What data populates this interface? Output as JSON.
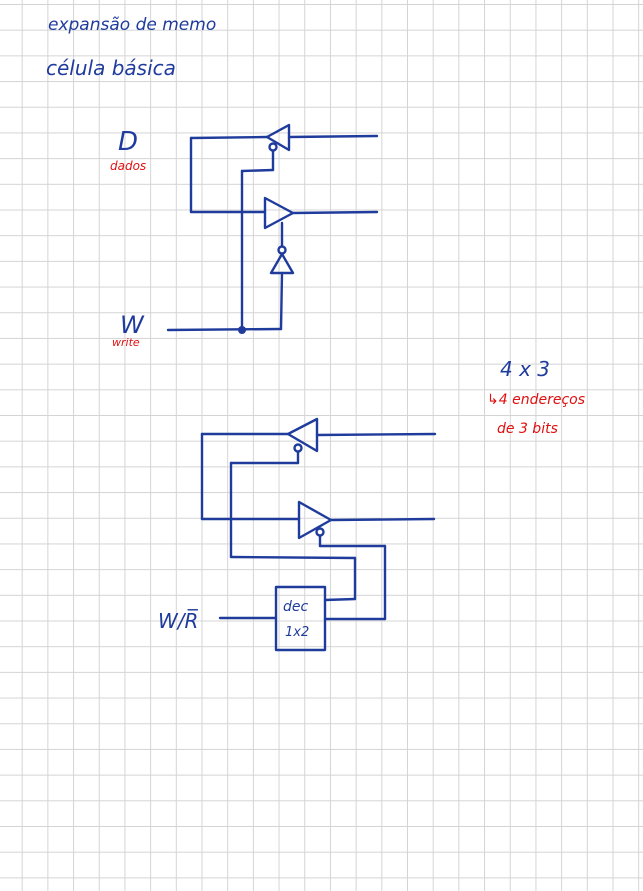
{
  "title_line1": "expansão de memo",
  "title_line2": "célula básica",
  "cell": {
    "data_label": "D",
    "data_sublabel": "dados",
    "write_label": "W",
    "write_sublabel": "write"
  },
  "memory": {
    "size_label": "4 x 3",
    "note_line1": "↳4 endereços",
    "note_line2": "de 3 bits",
    "wr_label": "W/R̅",
    "decoder_line1": "dec",
    "decoder_line2": "1x2"
  },
  "colors": {
    "ink": "#1f3b9c",
    "red_ink": "#e01010",
    "grid": "#d4d4d4"
  }
}
